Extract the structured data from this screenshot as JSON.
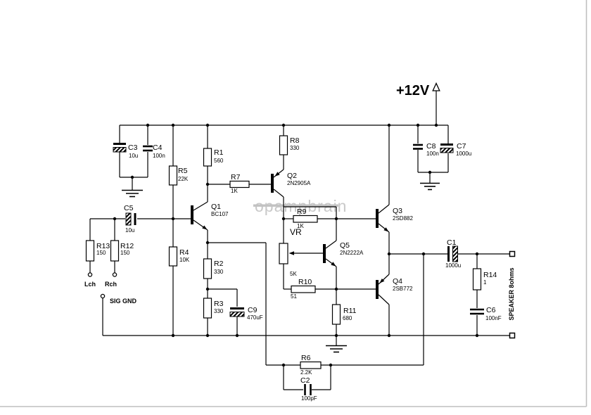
{
  "watermark": "opampbrain",
  "power": {
    "label": "+12V"
  },
  "terminals": {
    "lch": "Lch",
    "rch": "Rch",
    "sig_gnd": "SIG GND",
    "speaker": "SPEAKER 8ohms"
  },
  "components": {
    "r1": {
      "ref": "R1",
      "val": "560"
    },
    "r2": {
      "ref": "R2",
      "val": "330"
    },
    "r3": {
      "ref": "R3",
      "val": "330"
    },
    "r4": {
      "ref": "R4",
      "val": "10K"
    },
    "r5": {
      "ref": "R5",
      "val": "22K"
    },
    "r6": {
      "ref": "R6",
      "val": "2.2K"
    },
    "r7": {
      "ref": "R7",
      "val": "1K"
    },
    "r8": {
      "ref": "R8",
      "val": "330"
    },
    "r9": {
      "ref": "R9",
      "val": "1K"
    },
    "r10": {
      "ref": "R10",
      "val": "51"
    },
    "r11": {
      "ref": "R11",
      "val": "680"
    },
    "r12": {
      "ref": "R12",
      "val": "150"
    },
    "r13": {
      "ref": "R13",
      "val": "150"
    },
    "r14": {
      "ref": "R14",
      "val": "1"
    },
    "c1": {
      "ref": "C1",
      "val": "1000u"
    },
    "c2": {
      "ref": "C2",
      "val": "100pF"
    },
    "c3": {
      "ref": "C3",
      "val": "10u"
    },
    "c4": {
      "ref": "C4",
      "val": "100n"
    },
    "c5": {
      "ref": "C5",
      "val": "10u"
    },
    "c6": {
      "ref": "C6",
      "val": "100nF"
    },
    "c7": {
      "ref": "C7",
      "val": "1000u"
    },
    "c8": {
      "ref": "C8",
      "val": "100n"
    },
    "c9": {
      "ref": "C9",
      "val": "470uF"
    },
    "q1": {
      "ref": "Q1",
      "val": "BC107"
    },
    "q2": {
      "ref": "Q2",
      "val": "2N2905A"
    },
    "q3": {
      "ref": "Q3",
      "val": "2SD882"
    },
    "q4": {
      "ref": "Q4",
      "val": "2SB772"
    },
    "q5": {
      "ref": "Q5",
      "val": "2N2222A"
    },
    "vr": {
      "ref": "VR",
      "val": "5K"
    }
  }
}
